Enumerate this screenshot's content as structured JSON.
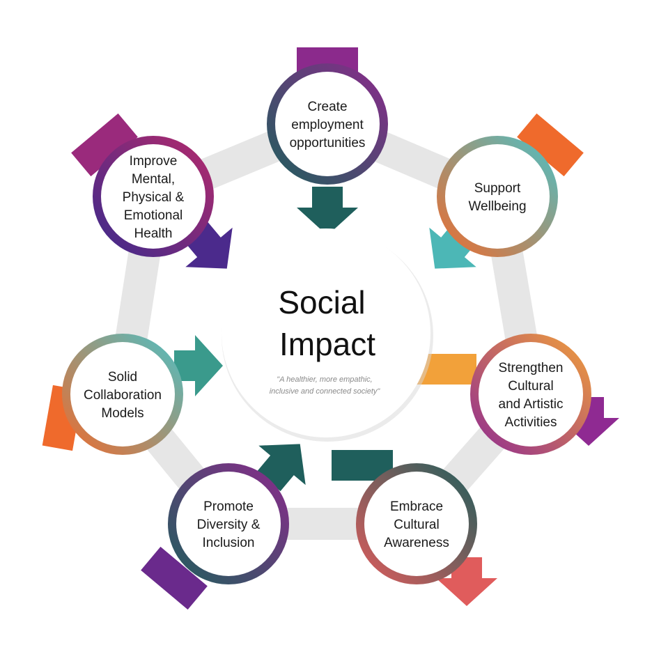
{
  "center": {
    "title_line1": "Social",
    "title_line2": "Impact",
    "subtitle_line1": "\"A healthier, more empathic,",
    "subtitle_line2": "inclusive and connected society\""
  },
  "nodes": [
    {
      "id": "employment",
      "lines": [
        "Create",
        "employment",
        "opportunities"
      ],
      "ring_colors": [
        "#1f5f5c",
        "#8b2a8c"
      ],
      "arrow_color": "#1f5f5c",
      "arrow_color_2": "#8b2a8c"
    },
    {
      "id": "wellbeing",
      "lines": [
        "Support",
        "Wellbeing"
      ],
      "ring_colors": [
        "#ef6a2c",
        "#4cc1c6"
      ],
      "arrow_color": "#4cb7b6",
      "arrow_color_2": "#ef6a2c"
    },
    {
      "id": "cultural-artistic",
      "lines": [
        "Strengthen",
        "Cultural",
        "and Artistic",
        "Activities"
      ],
      "ring_colors": [
        "#8f2a92",
        "#f2a13a"
      ],
      "arrow_color": "#8f2a92",
      "arrow_color_2": "#f2a13a"
    },
    {
      "id": "cultural-awareness",
      "lines": [
        "Embrace",
        "Cultural",
        "Awareness"
      ],
      "ring_colors": [
        "#e05c5c",
        "#1f5f5c"
      ],
      "arrow_color": "#e05c5c",
      "arrow_color_2": "#1f5f5c"
    },
    {
      "id": "diversity",
      "lines": [
        "Promote",
        "Diversity &",
        "Inclusion"
      ],
      "ring_colors": [
        "#1f5f5c",
        "#8b2a8c"
      ],
      "arrow_color": "#1f5f5c",
      "arrow_color_2": "#6a2a8c"
    },
    {
      "id": "collaboration",
      "lines": [
        "Solid",
        "Collaboration",
        "Models"
      ],
      "ring_colors": [
        "#ef6a2c",
        "#4cc1c6"
      ],
      "arrow_color": "#3a9a8c",
      "arrow_color_2": "#ef6a2c"
    },
    {
      "id": "health",
      "lines": [
        "Improve",
        "Mental,",
        "Physical &",
        "Emotional",
        "Health"
      ],
      "ring_colors": [
        "#3b2a8c",
        "#b52a6c"
      ],
      "arrow_color": "#4b2a8c",
      "arrow_color_2": "#9a2a7c"
    }
  ],
  "colors": {
    "connector": "#e6e6e6",
    "center_fill": "#ffffff",
    "center_shadow": "#cfcfcf"
  }
}
